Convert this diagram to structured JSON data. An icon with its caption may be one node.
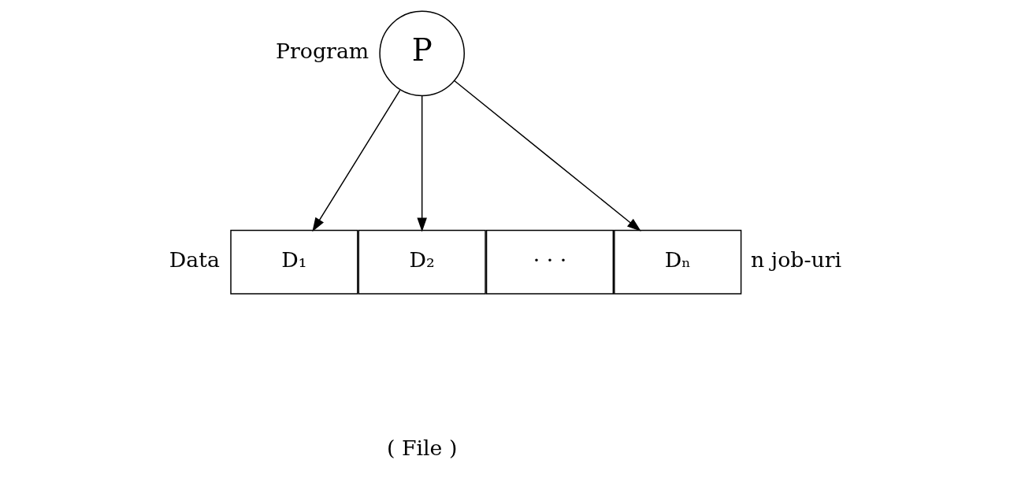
{
  "diagram": {
    "nodes": [
      {
        "text": [
          "P"
        ],
        "beside": [
          "Program"
        ]
      },
      {
        "text": [
          "D₁"
        ]
      },
      {
        "text": [
          "D₂"
        ]
      },
      {
        "text": [
          "· · ·"
        ]
      },
      {
        "text": [
          "Dₙ"
        ]
      }
    ],
    "edges": [
      {
        "from": 0,
        "to": 1,
        "arrow": "to"
      },
      {
        "from": 0,
        "to": 2,
        "arrow": "to"
      },
      {
        "from": 0,
        "to": 4,
        "arrow": "to"
      }
    ],
    "labels": [
      "Data",
      "n job-uri",
      "( File )"
    ]
  }
}
